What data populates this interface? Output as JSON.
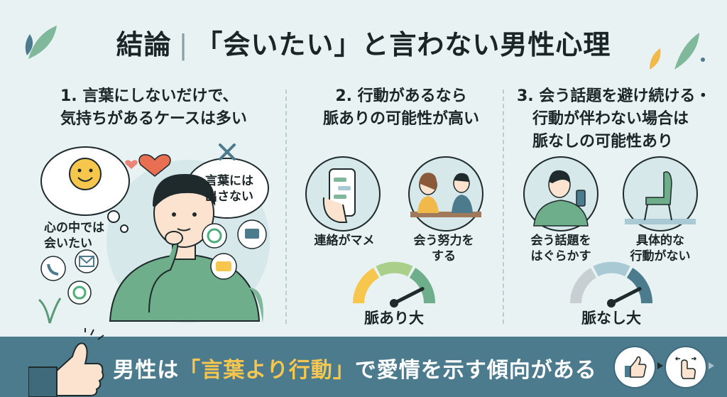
{
  "title": {
    "left": "結論",
    "right": "「会いたい」と言わない男性心理"
  },
  "columns": [
    {
      "heading_lines": [
        "1. 言葉にしないだけで、",
        "気持ちがあるケースは多い"
      ],
      "thought_bubble": [
        "心の中では",
        "会いたい"
      ],
      "speech_bubble": [
        "言葉には",
        "出さない"
      ]
    },
    {
      "heading_lines": [
        "2. 行動があるなら",
        "脈ありの可能性が高い"
      ],
      "labels": [
        [
          "連絡がマメ"
        ],
        [
          "会う努力を",
          "する"
        ]
      ],
      "gauge_label": "脈あり大",
      "gauge_level": 0.85
    },
    {
      "heading_lines": [
        "3. 会う話題を避け続ける・",
        "行動が伴わない場合は",
        "脈なしの可能性あり"
      ],
      "labels": [
        [
          "会う話題を",
          "はぐらかす"
        ],
        [
          "具体的な",
          "行動がない"
        ]
      ],
      "gauge_label": "脈なし大",
      "gauge_level": 0.85
    }
  ],
  "banner": {
    "pre": "男性は",
    "highlight": "「言葉より行動」",
    "post": "で愛情を示す傾向がある"
  },
  "colors": {
    "background": "#e8f2f3",
    "banner": "#4d7b8e",
    "highlight": "#f6c64d",
    "sweater": "#6fae8a"
  }
}
